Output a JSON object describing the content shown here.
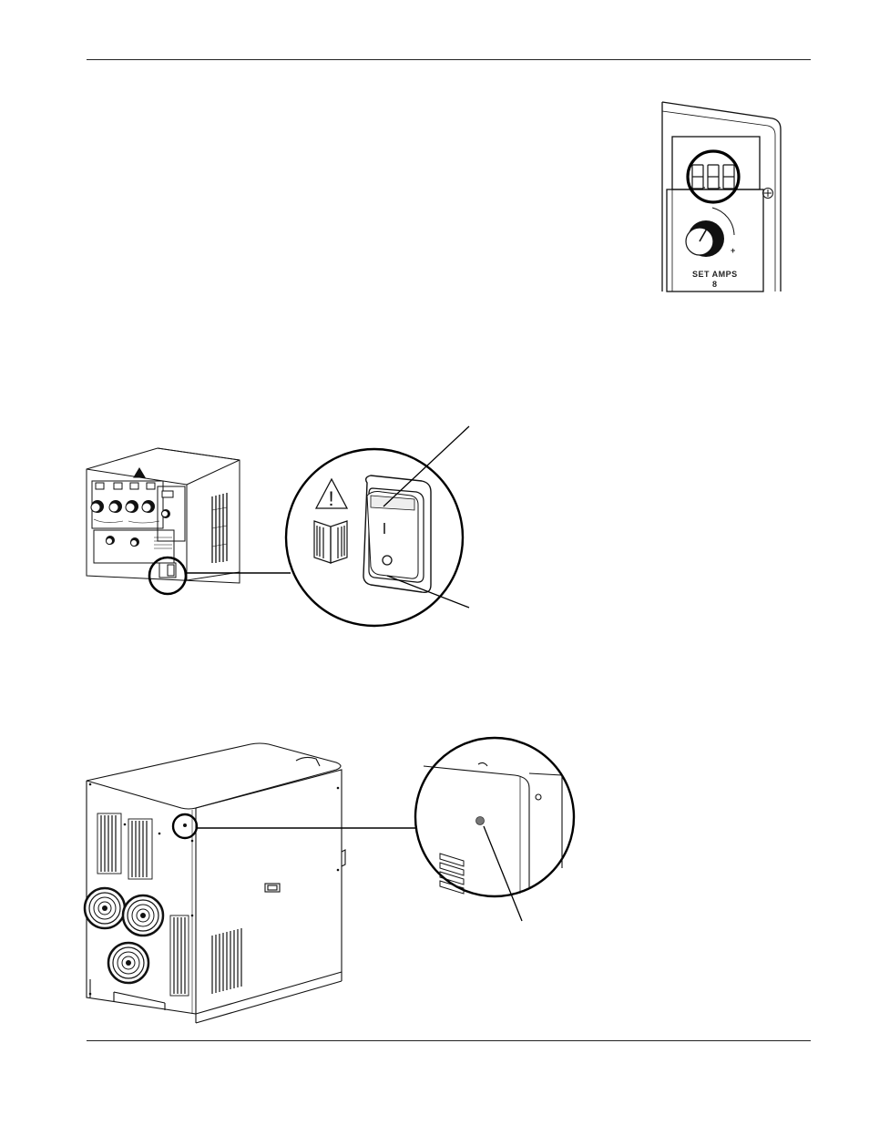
{
  "figures": {
    "display_panel": {
      "knob_label": "SET AMPS",
      "knob_sublabel": "8",
      "display_digits": [
        "8",
        "8",
        "8"
      ],
      "plus_label": "+"
    },
    "power_switch": {
      "switch_on_symbol": "I",
      "switch_off_symbol": "O",
      "warning_symbol": "!"
    },
    "rear_view": {}
  }
}
